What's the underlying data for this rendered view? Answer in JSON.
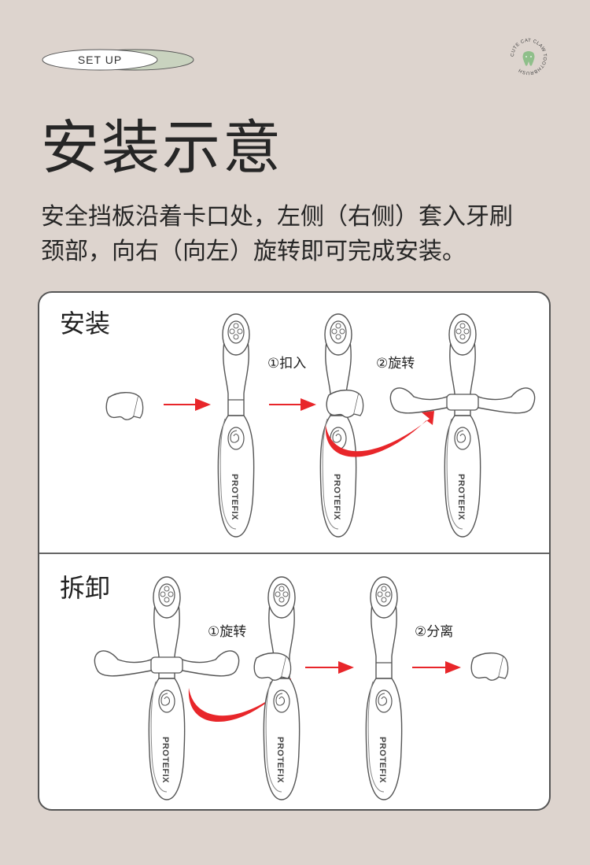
{
  "badge": {
    "label": "SET UP"
  },
  "logo": {
    "ring_text": "CUTE CAT CLAW TOOTHBRUSH"
  },
  "title": "安装示意",
  "description": {
    "line1": "安全挡板沿着卡口处，左侧（右侧）套入牙刷",
    "line2": "颈部，向右（向左）旋转即可完成安装。"
  },
  "install": {
    "title": "安装",
    "step1": "①扣入",
    "step2": "②旋转"
  },
  "remove": {
    "title": "拆卸",
    "step1": "①旋转",
    "step2": "②分离"
  },
  "brand": "PROTEFIX",
  "colors": {
    "background": "#ddd4ce",
    "accent_green": "#c9d3bf",
    "arrow_red": "#e8262a"
  }
}
